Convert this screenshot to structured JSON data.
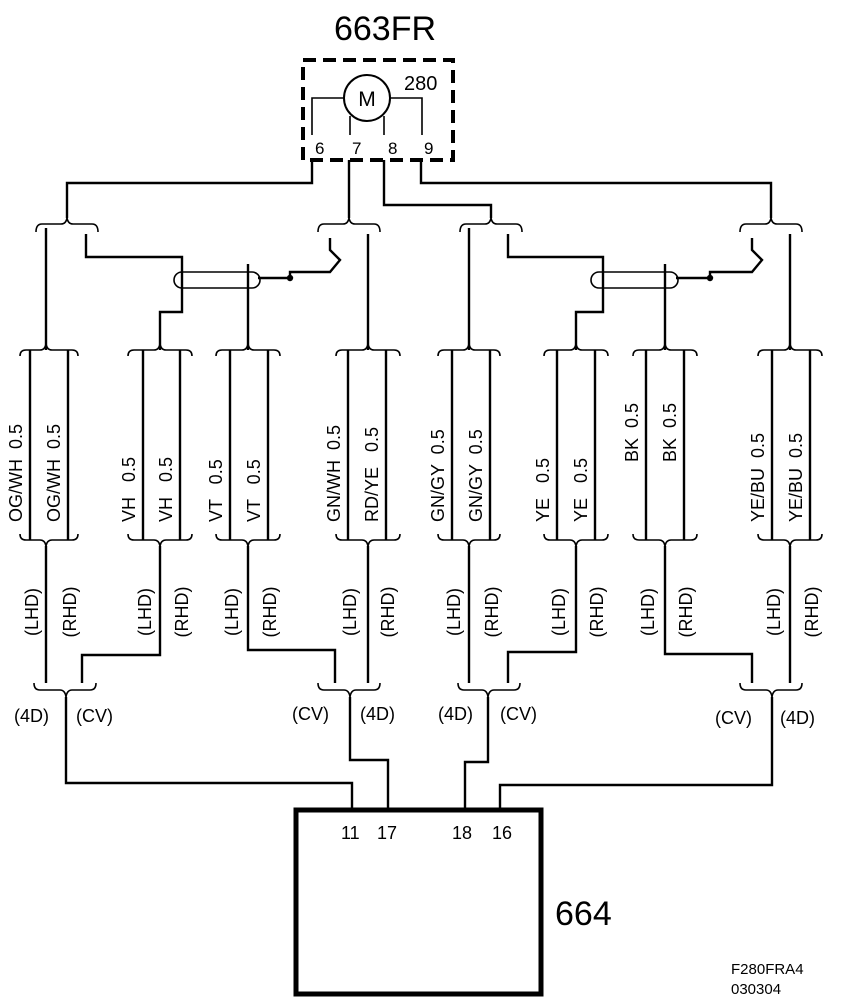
{
  "component_top": {
    "id": "663FR",
    "motor_symbol": "M",
    "code": "280",
    "pins": [
      "6",
      "7",
      "8",
      "9"
    ]
  },
  "component_bottom": {
    "id": "664",
    "pins": [
      "11",
      "17",
      "18",
      "16"
    ]
  },
  "wire_pairs": [
    {
      "left_wire": "OG/WH  0.5",
      "right_wire": "OG/WH  0.5",
      "left_tag": "(LHD)",
      "right_tag": "(RHD)"
    },
    {
      "left_wire": "VH   0.5",
      "right_wire": "VH   0.5",
      "left_tag": "(LHD)",
      "right_tag": "(RHD)"
    },
    {
      "left_wire": "VT   0.5",
      "right_wire": "VT   0.5",
      "left_tag": "(LHD)",
      "right_tag": "(RHD)"
    },
    {
      "left_wire": "GN/WH  0.5",
      "right_wire": "RD/YE   0.5",
      "left_tag": "(LHD)",
      "right_tag": "(RHD)"
    },
    {
      "left_wire": "GN/GY  0.5",
      "right_wire": "GN/GY  0.5",
      "left_tag": "(LHD)",
      "right_tag": "(RHD)"
    },
    {
      "left_wire": "YE   0.5",
      "right_wire": "YE   0.5",
      "left_tag": "(LHD)",
      "right_tag": "(RHD)"
    },
    {
      "left_wire": "BK  0.5",
      "right_wire": "BK  0.5",
      "left_tag": "(LHD)",
      "right_tag": "(RHD)"
    },
    {
      "left_wire": "YE/BU  0.5",
      "right_wire": "YE/BU  0.5",
      "left_tag": "(LHD)",
      "right_tag": "(RHD)"
    }
  ],
  "variant_labels": {
    "a_left": "(4D)",
    "a_right": "(CV)",
    "b_left": "(CV)",
    "b_right": "(4D)",
    "c_left": "(4D)",
    "c_right": "(CV)",
    "d_left": "(CV)",
    "d_right": "(4D)"
  },
  "figure_code": "F280FRA4",
  "figure_date": "030304"
}
